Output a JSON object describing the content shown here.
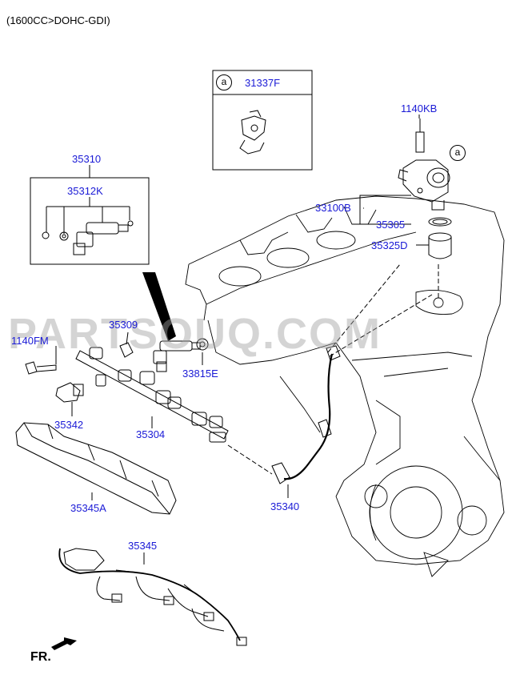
{
  "header": {
    "engine": "(1600CC>DOHC-GDI)"
  },
  "watermark": "PARTSOUQ.COM",
  "direction": {
    "label": "FR."
  },
  "callout": {
    "ref": "a"
  },
  "parts": {
    "p31337F": "31337F",
    "p1140KB": "1140KB",
    "p35310": "35310",
    "p35312K": "35312K",
    "p33100B": "33100B",
    "p35305": "35305",
    "p35325D": "35325D",
    "p35309": "35309",
    "p1140FM": "1140FM",
    "p33815E": "33815E",
    "p35342": "35342",
    "p35304": "35304",
    "p35340": "35340",
    "p35345A": "35345A",
    "p35345": "35345"
  },
  "colors": {
    "label": "#1a1ad6",
    "line": "#000000",
    "watermark": "#a0a0a0"
  }
}
